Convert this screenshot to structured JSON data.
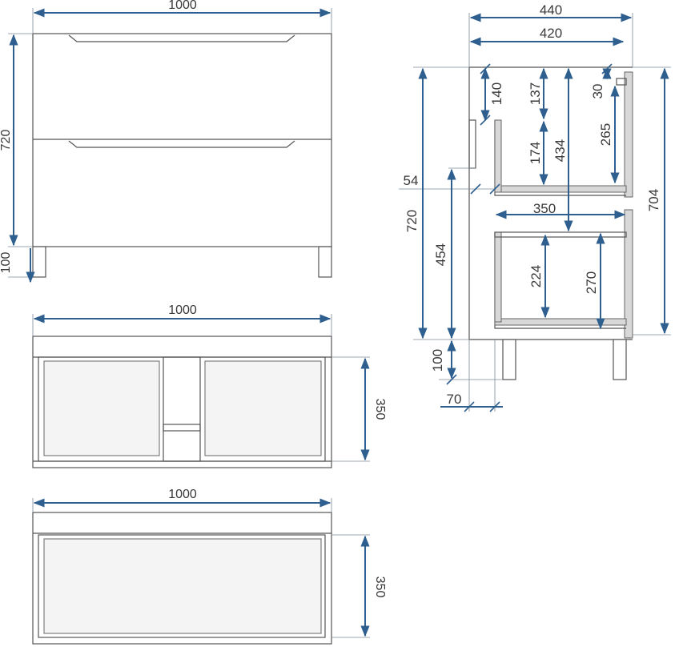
{
  "front_view": {
    "width_label": "1000",
    "height_label": "720",
    "leg_label": "100"
  },
  "top_view_1": {
    "width_label": "1000",
    "depth_label": "350"
  },
  "top_view_2": {
    "width_label": "1000",
    "depth_label": "350"
  },
  "side_view": {
    "overall_depth_label": "440",
    "body_depth_label": "420",
    "top_offset_label": "140",
    "drawer_gap_label": "137",
    "top_gap_label": "30",
    "upper_drawer_height_label": "174",
    "upper_span_label": "434",
    "upper_inner_label": "265",
    "step_label": "54",
    "body_height_label": "720",
    "lower_height_label": "454",
    "total_height_label": "704",
    "drawer_depth_label": "350",
    "lower_drawer_height_label": "224",
    "lower_inner_label": "270",
    "leg_height_label": "100",
    "leg_offset_label": "70"
  },
  "colors": {
    "dimension": "#2f5f8f",
    "outline": "#555555"
  }
}
